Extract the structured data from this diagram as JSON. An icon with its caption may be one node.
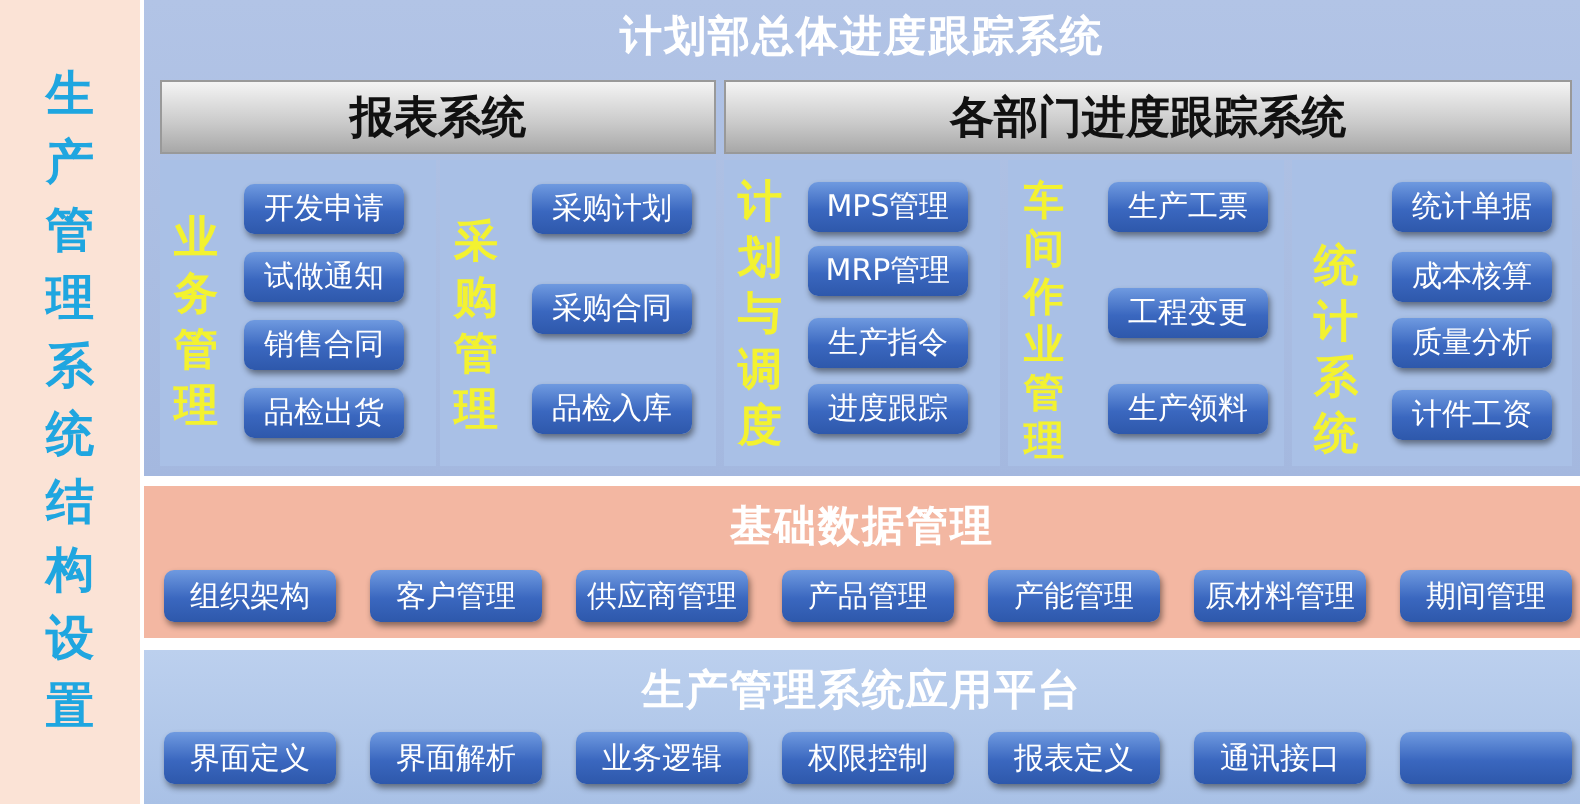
{
  "diagram": {
    "nodes": [
      {
        "text": [
          "生产管理系统结构设置"
        ]
      },
      {
        "text": [
          "计划部总体进度跟踪系统"
        ]
      },
      {
        "text": [
          "报表系统"
        ],
        "in": 1
      },
      {
        "text": [
          "各部门进度跟踪系统"
        ],
        "in": 1
      },
      {
        "text": [
          "业务管理"
        ],
        "in": 1
      },
      {
        "text": [
          "开发申请"
        ],
        "in": 4
      },
      {
        "text": [
          "试做通知"
        ],
        "in": 4
      },
      {
        "text": [
          "销售合同"
        ],
        "in": 4
      },
      {
        "text": [
          "品检出货"
        ],
        "in": 4
      },
      {
        "text": [
          "采购管理"
        ],
        "in": 1
      },
      {
        "text": [
          "采购计划"
        ],
        "in": 9
      },
      {
        "text": [
          "采购合同"
        ],
        "in": 9
      },
      {
        "text": [
          "品检入库"
        ],
        "in": 9
      },
      {
        "text": [
          "计划与调度"
        ],
        "in": 1
      },
      {
        "text": [
          "MPS管理"
        ],
        "in": 13
      },
      {
        "text": [
          "MRP管理"
        ],
        "in": 13
      },
      {
        "text": [
          "生产指令"
        ],
        "in": 13
      },
      {
        "text": [
          "进度跟踪"
        ],
        "in": 13
      },
      {
        "text": [
          "车间作业管理"
        ],
        "in": 1
      },
      {
        "text": [
          "生产工票"
        ],
        "in": 18
      },
      {
        "text": [
          "工程变更"
        ],
        "in": 18
      },
      {
        "text": [
          "生产领料"
        ],
        "in": 18
      },
      {
        "text": [
          "统计系统"
        ],
        "in": 1
      },
      {
        "text": [
          "统计单据"
        ],
        "in": 22
      },
      {
        "text": [
          "成本核算"
        ],
        "in": 22
      },
      {
        "text": [
          "质量分析"
        ],
        "in": 22
      },
      {
        "text": [
          "计件工资"
        ],
        "in": 22
      },
      {
        "text": [
          "基础数据管理"
        ]
      },
      {
        "text": [
          "组织架构"
        ],
        "in": 27
      },
      {
        "text": [
          "客户管理"
        ],
        "in": 27
      },
      {
        "text": [
          "供应商管理"
        ],
        "in": 27
      },
      {
        "text": [
          "产品管理"
        ],
        "in": 27
      },
      {
        "text": [
          "产能管理"
        ],
        "in": 27
      },
      {
        "text": [
          "原材料管理"
        ],
        "in": 27
      },
      {
        "text": [
          "期间管理"
        ],
        "in": 27
      },
      {
        "text": [
          "生产管理系统应用平台"
        ]
      },
      {
        "text": [
          "界面定义"
        ],
        "in": 35
      },
      {
        "text": [
          "界面解析"
        ],
        "in": 35
      },
      {
        "text": [
          "业务逻辑"
        ],
        "in": 35
      },
      {
        "text": [
          "权限控制"
        ],
        "in": 35
      },
      {
        "text": [
          "报表定义"
        ],
        "in": 35
      },
      {
        "text": [
          "通讯接口"
        ],
        "in": 35
      },
      {
        "text": [],
        "shape": "box",
        "in": 35
      }
    ]
  }
}
